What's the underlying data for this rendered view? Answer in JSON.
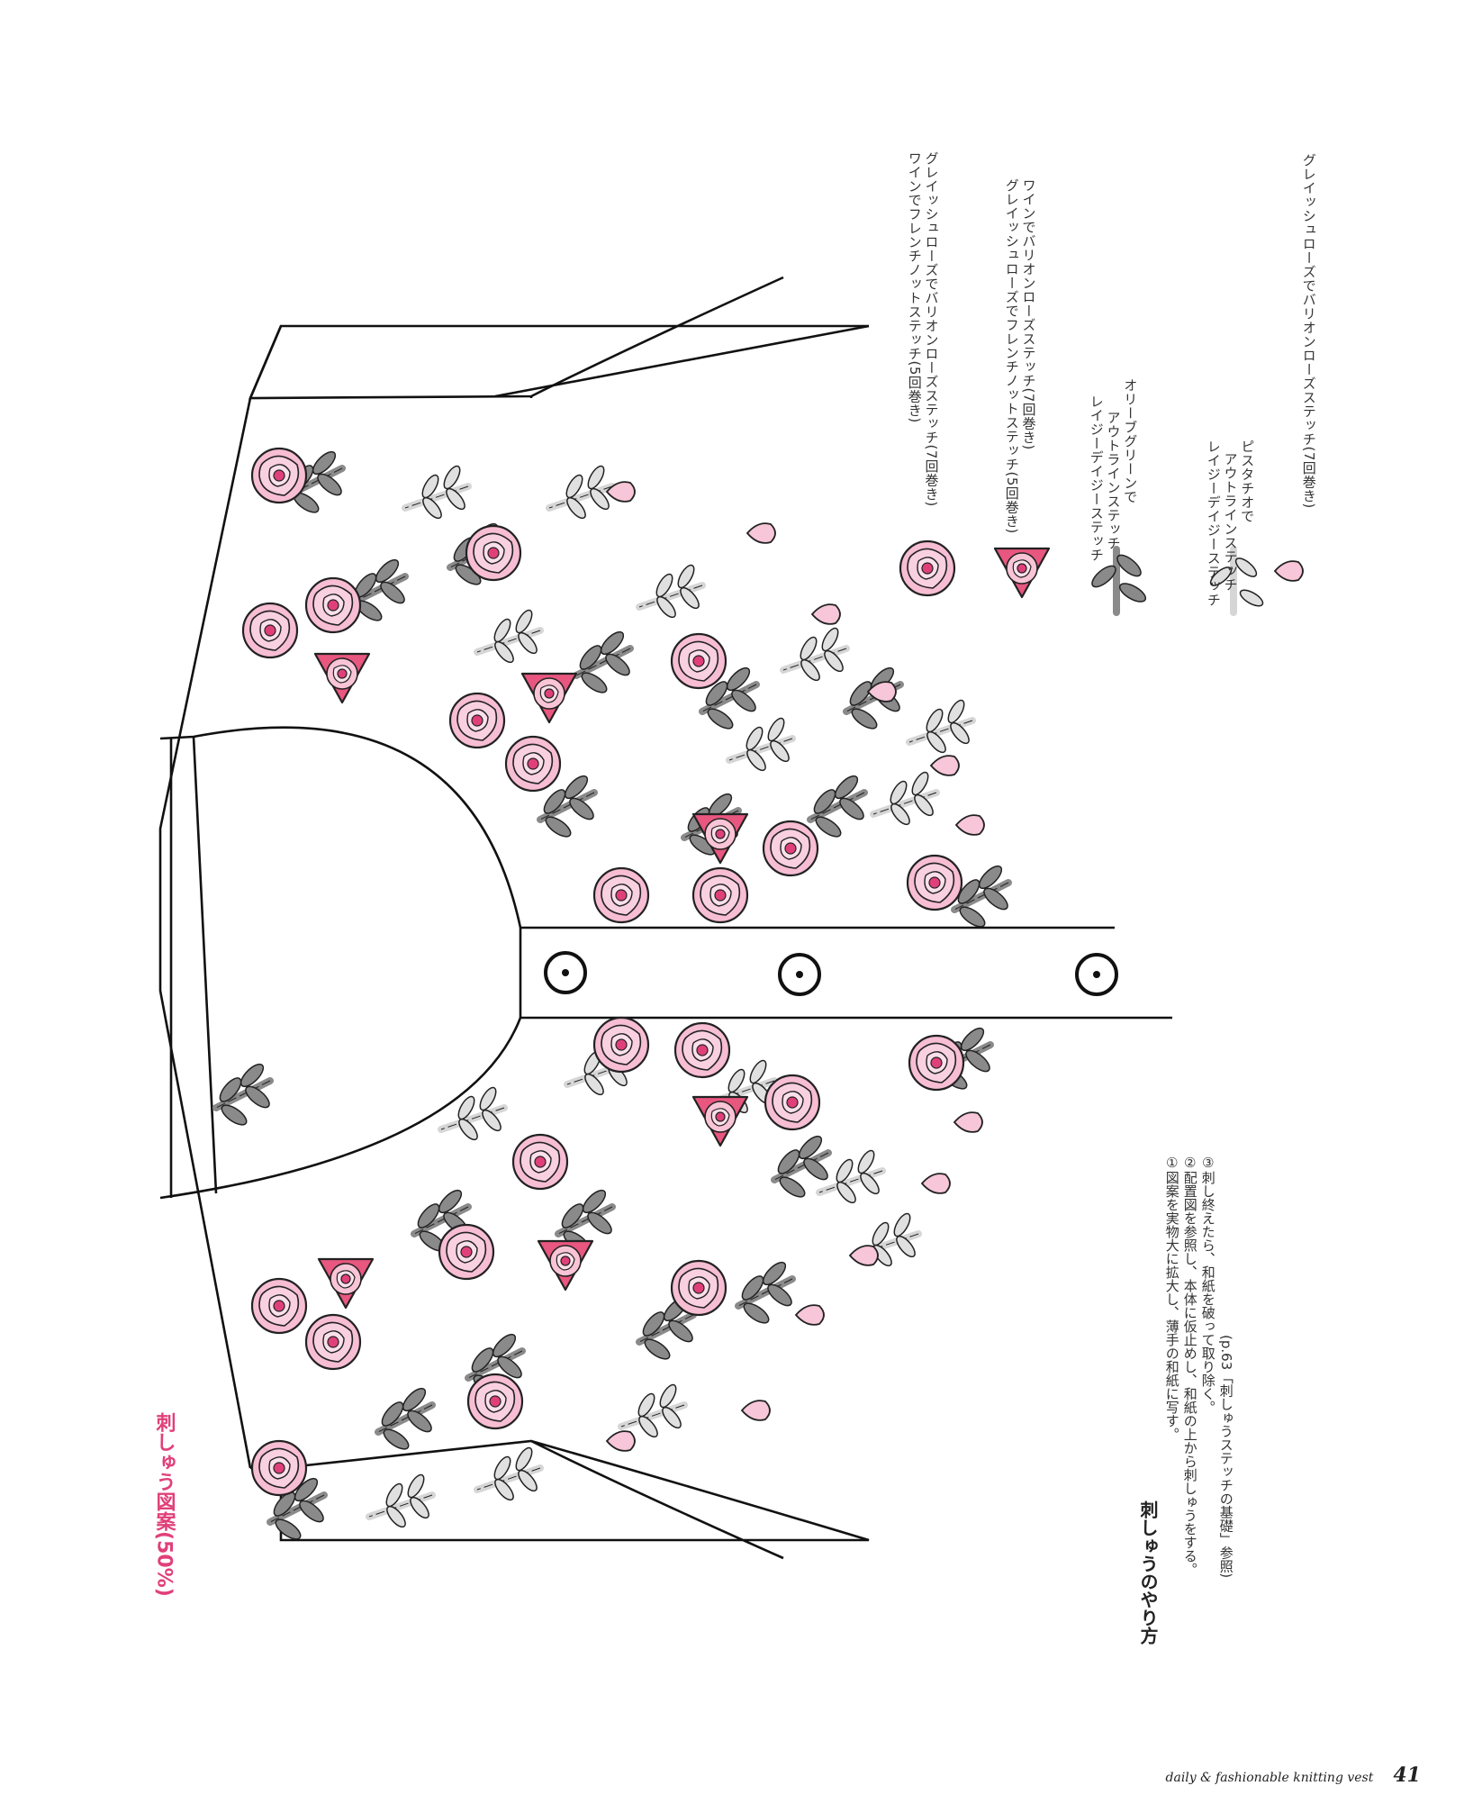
{
  "title": "刺しゅう図案(50%)",
  "legend": [
    {
      "lines": [
        "グレイッシュローズでバリオンローズステッチ(7回巻き)",
        "ワインでフレンチノットステッチ(5回巻き)"
      ]
    },
    {
      "lines": [
        "ワインでバリオンローズステッチ(7回巻き)",
        "グレイッシュローズでフレンチノットステッチ(5回巻き)"
      ]
    },
    {
      "lines": [
        "オリーブグリーンで",
        "アウトラインステッチ",
        "レイジーデイジーステッチ"
      ]
    },
    {
      "lines": [
        "ピスタチオで",
        "アウトラインステッチ",
        "レイジーデイジーステッチ"
      ]
    },
    {
      "lines": [
        "グレイッシュローズでバリオンローズステッチ(7回巻き)"
      ]
    }
  ],
  "instructions": {
    "heading": "刺しゅうのやり方",
    "steps": [
      "①図案を実物大に拡大し、薄手の和紙に写す。",
      "②配置図を参照し、本体に仮止めし、和紙の上から刺しゅうをする。",
      "③刺し終えたら、和紙を破って取り除く。",
      "(p.63「刺しゅうステッチの基礎」参照)"
    ]
  },
  "footer": {
    "text": "daily & fashionable knitting vest",
    "page_number": "41"
  },
  "colors": {
    "greyish_rose": "#f5b8d0",
    "wine": "#e8577f",
    "rose_center": "#e0407a",
    "olive_green": "#7e7e7e",
    "pistachio": "#d3d3d3",
    "outline": "#111111"
  },
  "icons": [
    "rose-icon",
    "leaf-sprig-icon",
    "button-icon"
  ]
}
